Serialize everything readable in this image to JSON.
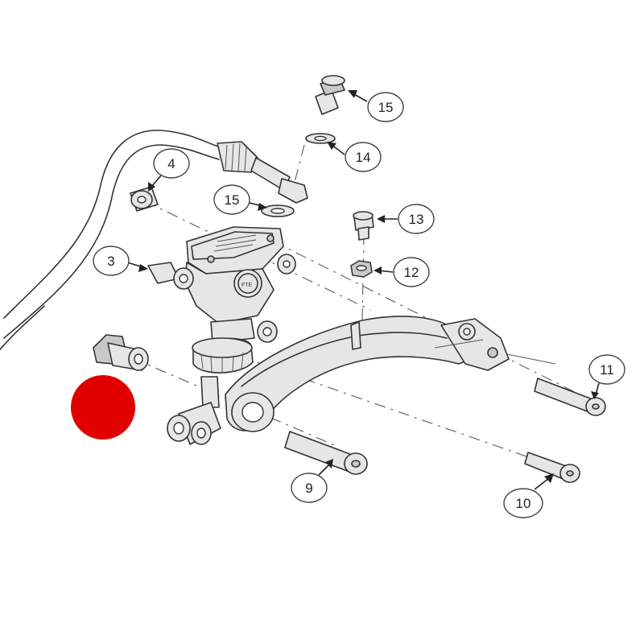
{
  "callouts": [
    {
      "id": "c3",
      "label": "3"
    },
    {
      "id": "c4",
      "label": "4"
    },
    {
      "id": "c9",
      "label": "9"
    },
    {
      "id": "c10",
      "label": "10"
    },
    {
      "id": "c11",
      "label": "11"
    },
    {
      "id": "c12",
      "label": "12"
    },
    {
      "id": "c13",
      "label": "13"
    },
    {
      "id": "c14",
      "label": "14"
    },
    {
      "id": "c15a",
      "label": "15"
    },
    {
      "id": "c15b",
      "label": "15"
    }
  ],
  "marker": {
    "color": "#e00000"
  },
  "master_cylinder_text": "FTE"
}
